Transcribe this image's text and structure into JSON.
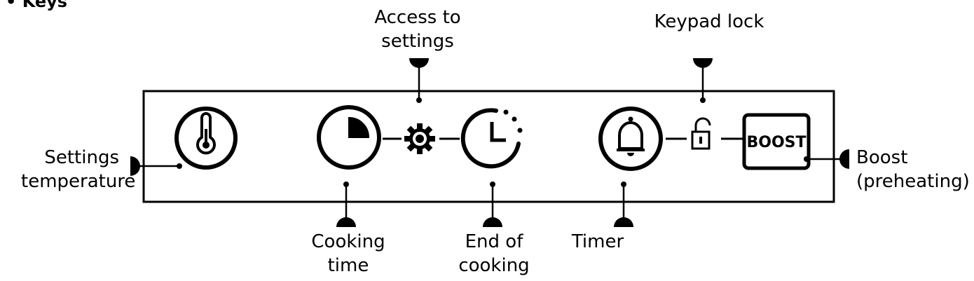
{
  "heading": "• Keys",
  "labels": {
    "settings_temperature": [
      "Settings",
      "temperature"
    ],
    "cooking_time": [
      "Cooking",
      "time"
    ],
    "access_to_settings": [
      "Access to",
      "settings"
    ],
    "end_of_cooking": [
      "End of",
      "cooking"
    ],
    "timer": "Timer",
    "keypad_lock": "Keypad lock",
    "boost_callout": [
      "Boost",
      "(preheating)"
    ]
  },
  "keys": {
    "boost_button_text": "BOOST"
  }
}
